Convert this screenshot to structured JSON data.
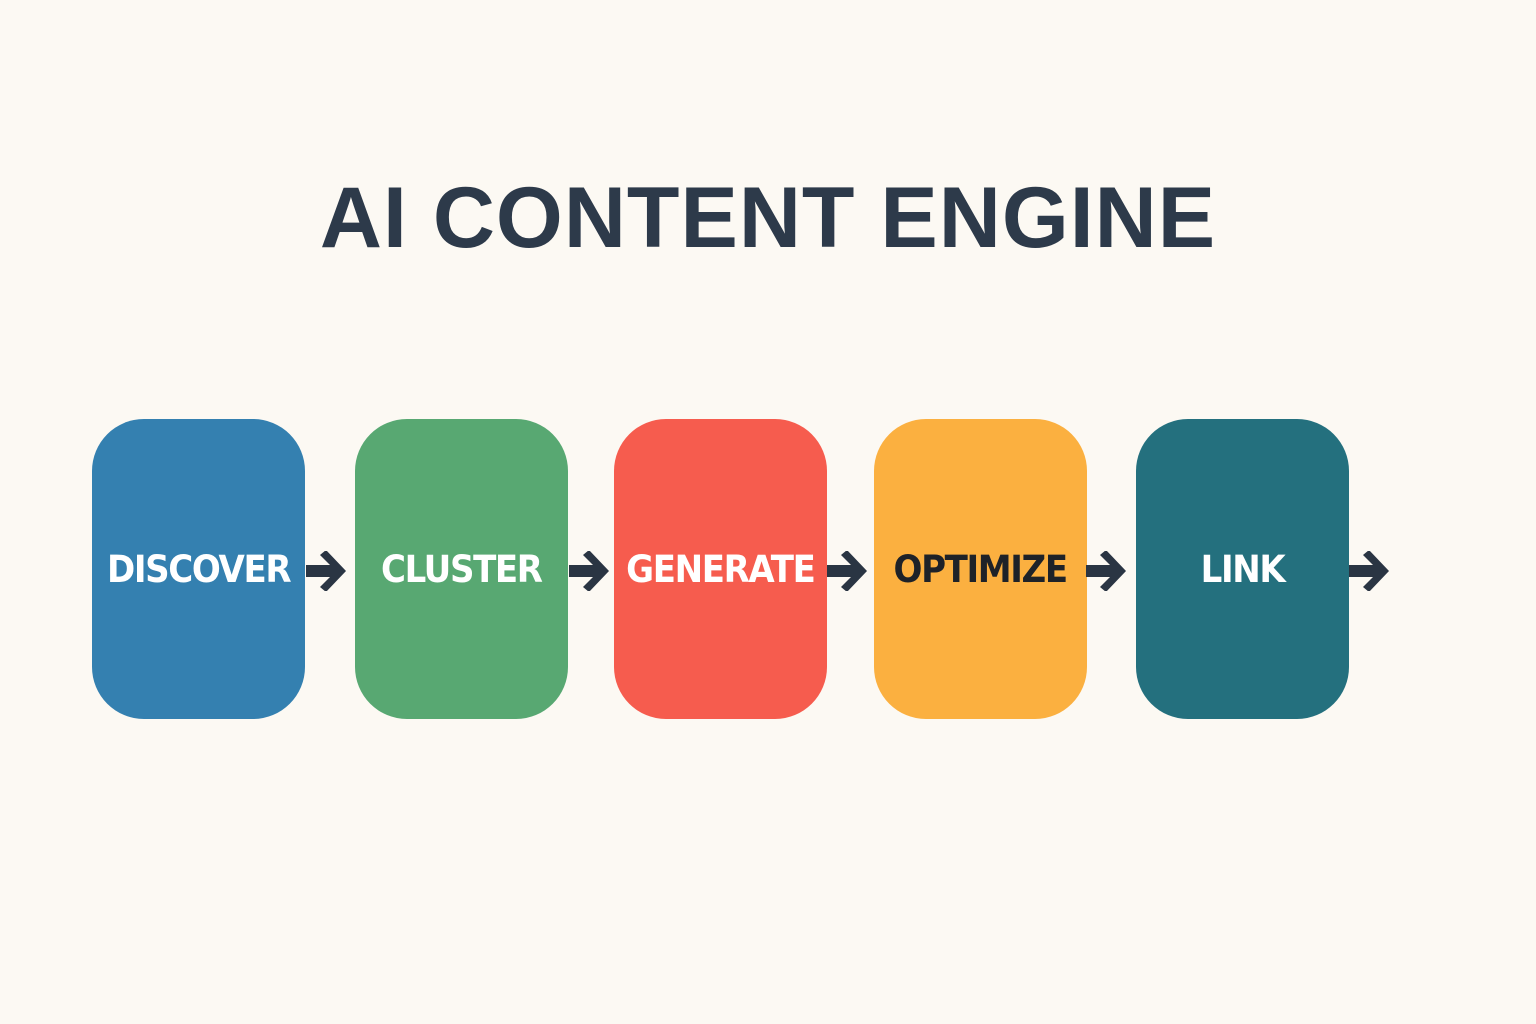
{
  "title": "AI CONTENT ENGINE",
  "steps": [
    {
      "label": "DISCOVER",
      "color": "#3480b0",
      "text_color": "#ffffff"
    },
    {
      "label": "CLUSTER",
      "color": "#58a872",
      "text_color": "#ffffff"
    },
    {
      "label": "GENERATE",
      "color": "#f65c4e",
      "text_color": "#ffffff"
    },
    {
      "label": "OPTIMIZE",
      "color": "#fbb040",
      "text_color": "#1e2228"
    },
    {
      "label": "LINK",
      "color": "#24707e",
      "text_color": "#ffffff"
    }
  ],
  "arrows": [
    {
      "from": "DISCOVER",
      "to": "CLUSTER",
      "icon": "arrow-right-icon"
    },
    {
      "from": "CLUSTER",
      "to": "GENERATE",
      "icon": "arrow-right-icon"
    },
    {
      "from": "GENERATE",
      "to": "OPTIMIZE",
      "icon": "arrow-right-icon"
    },
    {
      "from": "OPTIMIZE",
      "to": "LINK",
      "icon": "arrow-right-icon"
    },
    {
      "from": "LINK",
      "to": "",
      "icon": "arrow-right-icon"
    }
  ],
  "colors": {
    "background": "#fcf9f3",
    "title": "#2d3a4a",
    "arrow": "#2a3543"
  }
}
